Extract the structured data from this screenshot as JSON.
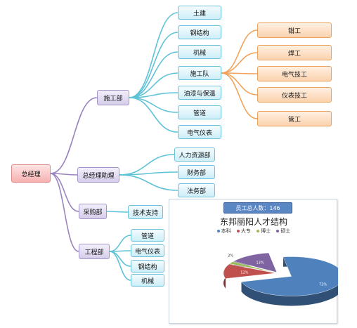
{
  "root": {
    "label": "总经理"
  },
  "branches": [
    {
      "label": "施工部",
      "children": [
        {
          "label": "土建"
        },
        {
          "label": "钢结构"
        },
        {
          "label": "机械"
        },
        {
          "label": "施工队",
          "children": [
            {
              "label": "钳工"
            },
            {
              "label": "焊工"
            },
            {
              "label": "电气技工"
            },
            {
              "label": "仪表技工"
            },
            {
              "label": "管工"
            }
          ]
        },
        {
          "label": "油漆与保温"
        },
        {
          "label": "管道"
        },
        {
          "label": "电气仪表"
        }
      ]
    },
    {
      "label": "总经理助理",
      "children": [
        {
          "label": "人力资源部"
        },
        {
          "label": "财务部"
        },
        {
          "label": "法务部"
        }
      ]
    },
    {
      "label": "采购部",
      "children": [
        {
          "label": "技术支持"
        }
      ]
    },
    {
      "label": "工程部",
      "children": [
        {
          "label": "管道"
        },
        {
          "label": "电气仪表"
        },
        {
          "label": "钢结构"
        },
        {
          "label": "机械"
        }
      ]
    }
  ],
  "colors": {
    "root": "#f6b1b1",
    "level1": "#d6cdea",
    "level2": "#cdeef8",
    "level3": "#fbd2ad",
    "line_purple": "#9a84c0",
    "line_cyan": "#5ec3d6",
    "line_orange": "#f2a25a"
  },
  "staff_badge": "员工总人数：146",
  "chart_data": {
    "type": "pie",
    "title": "东邦丽阳人才结构",
    "legend": [
      "本科",
      "大专",
      "博士",
      "硕士"
    ],
    "legend_position": "top",
    "series": [
      {
        "name": "本科",
        "value": 73,
        "label": "73%",
        "color": "#4f81bd"
      },
      {
        "name": "大专",
        "value": 12,
        "label": "12%",
        "color": "#c0504d"
      },
      {
        "name": "博士",
        "value": 2,
        "label": "2%",
        "color": "#9bbb59"
      },
      {
        "name": "硕士",
        "value": 13,
        "label": "13%",
        "color": "#8064a2"
      }
    ]
  }
}
